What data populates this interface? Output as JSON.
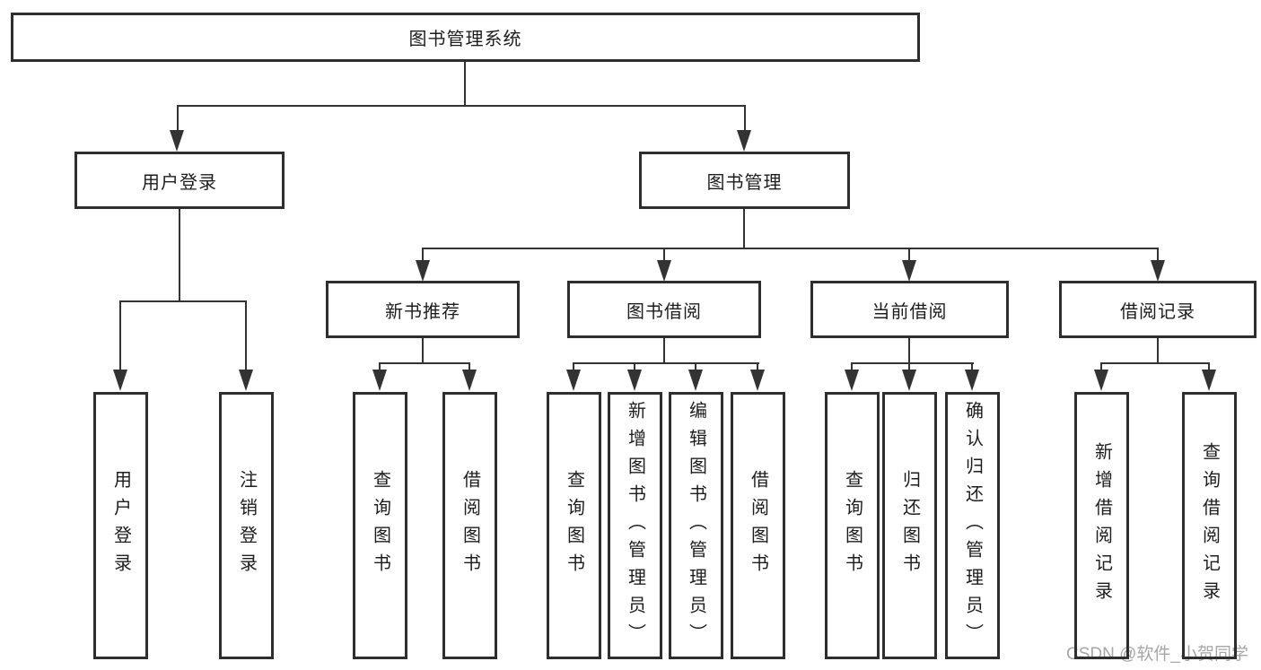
{
  "diagram": {
    "type": "hierarchy-tree",
    "orientation": "top-down"
  },
  "colors": {
    "background": "#ffffff",
    "box_border": "#2e2e2e",
    "box_fill": "#ffffff",
    "connector_line": "#333333",
    "text": "#1d1d1d",
    "watermark_text": "#a6a6a6"
  },
  "tree": {
    "label": "图书管理系统",
    "children": [
      {
        "label": "用户登录",
        "children": [
          {
            "label": "用户登录"
          },
          {
            "label": "注销登录"
          }
        ]
      },
      {
        "label": "图书管理",
        "children": [
          {
            "label": "新书推荐",
            "children": [
              {
                "label": "查询图书"
              },
              {
                "label": "借阅图书"
              }
            ]
          },
          {
            "label": "图书借阅",
            "children": [
              {
                "label": "查询图书"
              },
              {
                "label": "新增图书（管理员）"
              },
              {
                "label": "编辑图书（管理员）"
              },
              {
                "label": "借阅图书"
              }
            ]
          },
          {
            "label": "当前借阅",
            "children": [
              {
                "label": "查询图书"
              },
              {
                "label": "归还图书"
              },
              {
                "label": "确认归还（管理员）"
              }
            ]
          },
          {
            "label": "借阅记录",
            "children": [
              {
                "label": "新增借阅记录"
              },
              {
                "label": "查询借阅记录"
              }
            ]
          }
        ]
      }
    ]
  },
  "watermark": {
    "text": "CSDN @软件_小贺同学"
  }
}
